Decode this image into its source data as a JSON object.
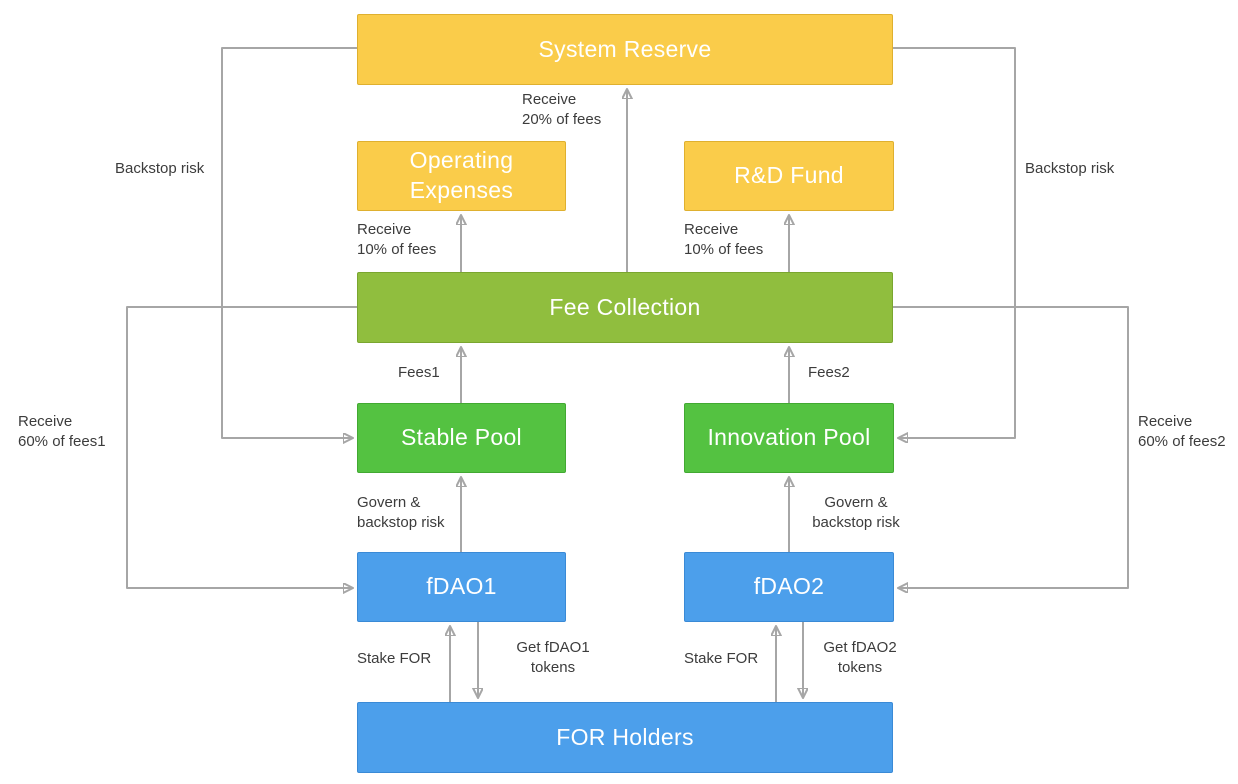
{
  "diagram": {
    "nodes": {
      "system_reserve": "System Reserve",
      "operating_expenses": "Operating Expenses",
      "rd_fund": "R&D Fund",
      "fee_collection": "Fee Collection",
      "stable_pool": "Stable Pool",
      "innovation_pool": "Innovation Pool",
      "fdao1": "fDAO1",
      "fdao2": "fDAO2",
      "for_holders": "FOR Holders"
    },
    "edge_labels": {
      "receive_20_of_fees": "Receive\n20% of fees",
      "receive_10_of_fees_left": "Receive\n10% of fees",
      "receive_10_of_fees_right": "Receive\n10% of fees",
      "fees1": "Fees1",
      "fees2": "Fees2",
      "govern_backstop_left": "Govern &\nbackstop risk",
      "govern_backstop_right": "Govern &\nbackstop risk",
      "stake_for_left": "Stake FOR",
      "get_fdao1_tokens": "Get fDAO1\ntokens",
      "stake_for_right": "Stake FOR",
      "get_fdao2_tokens": "Get fDAO2\ntokens",
      "backstop_risk_left": "Backstop risk",
      "backstop_risk_right": "Backstop risk",
      "receive_60_of_fees1": "Receive\n60% of fees1",
      "receive_60_of_fees2": "Receive\n60% of fees2"
    },
    "colors": {
      "yellow_node": "#FACC4A",
      "olive_node": "#90BE3E",
      "green_node": "#54C241",
      "blue_node": "#4C9FEB",
      "connector": "#A6A6A6",
      "label_text": "#3C3C3C",
      "node_text": "#FFFFFF"
    }
  }
}
